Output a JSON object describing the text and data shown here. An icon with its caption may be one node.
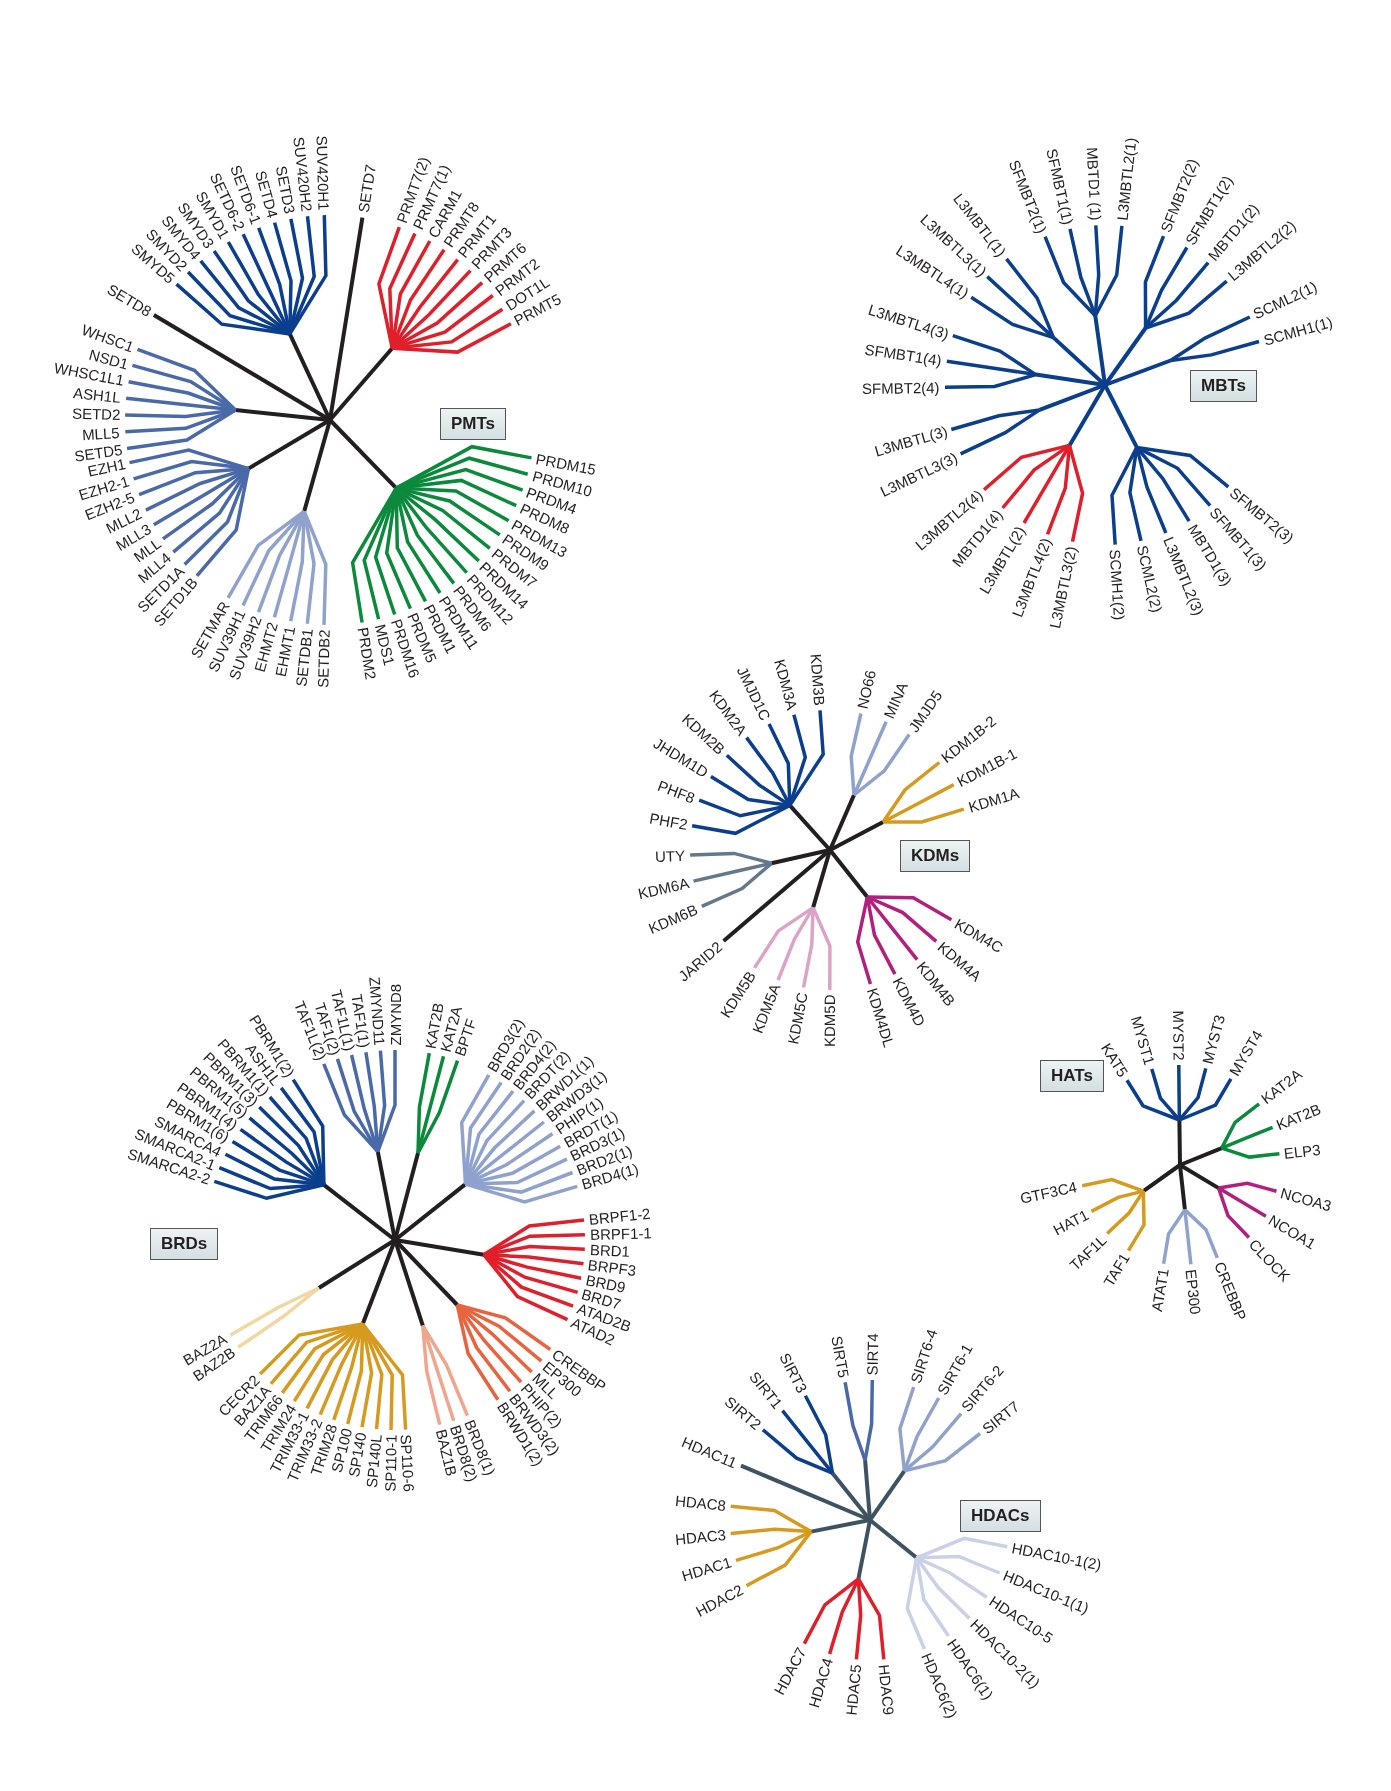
{
  "diagram": {
    "nodes": [
      {
        "text": [
          "PMTs"
        ]
      },
      {
        "text": [
          "MBTs"
        ]
      },
      {
        "text": [
          "KDMs"
        ]
      },
      {
        "text": [
          "HATs"
        ]
      },
      {
        "text": [
          "BRDs"
        ]
      },
      {
        "text": [
          "HDACs"
        ]
      }
    ],
    "labels": [
      "SETD5",
      "MLL5",
      "SETD2",
      "ASH1L",
      "WHSC1L1",
      "NSD1",
      "WHSC1",
      "SETD8",
      "SMYD5",
      "SMYD2",
      "SMYD4",
      "SMYD3",
      "SMYD1",
      "SETD6-2",
      "SETD6-1",
      "SETD4",
      "SETD3",
      "SUV420H2",
      "SUV420H1",
      "SETD7",
      "PRMT7(2)",
      "PRMT7(1)",
      "CARM1",
      "PRMT8",
      "PRMT1",
      "PRMT3",
      "PRMT6",
      "PRMT2",
      "DOT1L",
      "PRMT5",
      "EZH1",
      "EZH2-1",
      "EZH2-5",
      "MLL2",
      "MLL3",
      "MLL",
      "MLL4",
      "SETD1A",
      "SETD1B",
      "SETMAR",
      "SUV39H1",
      "SUV39H2",
      "EHMT2",
      "EHMT1",
      "SETDB1",
      "SETDB2",
      "PRDM2",
      "MDS1",
      "PRDM16",
      "PRDM5",
      "PRDM1",
      "PRDM11",
      "PRDM6",
      "PRDM12",
      "PRDM14",
      "PRDM7",
      "PRDM9",
      "PRDM13",
      "PRDM8",
      "PRDM4",
      "PRDM10",
      "PRDM15",
      "SFMBT2(4)",
      "SFMBT1(4)",
      "L3MBTL4(3)",
      "L3MBTL4(1)",
      "L3MBTL3(1)",
      "L3MBTL(1)",
      "SFMBT2(1)",
      "SFMBT1(1)",
      "MBTD1 (1)",
      "L3MBTL2(1)",
      "SFMBT2(2)",
      "SFMBT1(2)",
      "MBTD1(2)",
      "L3MBTL2(2)",
      "SCML2(1)",
      "SCMH1(1)",
      "L3MBTL(3)",
      "L3MBTL3(3)",
      "L3MBTL2(4)",
      "MBTD1(4)",
      "L3MBTL(2)",
      "L3MBTL4(2)",
      "L3MBTL3(2)",
      "SCMH1(2)",
      "SCML2(2)",
      "L3MBTL2(3)",
      "MBTD1(3)",
      "SFMBT1(3)",
      "SFMBT2(3)",
      "PHF2",
      "PHF8",
      "JHDM1D",
      "KDM2B",
      "KDM2A",
      "JMJD1C",
      "KDM3A",
      "KDM3B",
      "NO66",
      "MINA",
      "JMJD5",
      "KDM1B-2",
      "KDM1B-1",
      "KDM1A",
      "UTY",
      "KDM6A",
      "KDM6B",
      "JARID2",
      "KDM5B",
      "KDM5A",
      "KDM5C",
      "KDM5D",
      "KDM4DL",
      "KDM4D",
      "KDM4B",
      "KDM4A",
      "KDM4C",
      "KAT5",
      "MYST1",
      "MYST2",
      "MYST3",
      "MYST4",
      "KAT2A",
      "KAT2B",
      "ELP3",
      "GTF3C4",
      "HAT1",
      "TAF1L",
      "TAF1",
      "ATAT1",
      "EP300",
      "CREBBP",
      "CLOCK",
      "NCOA1",
      "NCOA3",
      "SMARCA2-2",
      "SMARCA2-1",
      "SMARCA4",
      "PBRM1(6)",
      "PBRM1(4)",
      "PBRM1(5)",
      "PBRM1(3)",
      "PBRM1(1)",
      "ASH1L",
      "PBRM1(2)",
      "TAF1L(2)",
      "TAF1(2)",
      "TAF1L(1)",
      "TAF1(1)",
      "ZMYND11",
      "ZMYND8",
      "KAT2B",
      "KAT2A",
      "BPTF",
      "BRD3(2)",
      "BRD2(2)",
      "BRD4(2)",
      "BRDT(2)",
      "BRWD1(1)",
      "BRWD3(1)",
      "PHIP(1)",
      "BRDT(1)",
      "BRD3(1)",
      "BRD2(1)",
      "BRD4(1)",
      "BAZ2A",
      "BAZ2B",
      "CECR2",
      "BAZ1A",
      "TRIM66",
      "TRIM24",
      "TRIM33-1",
      "TRIM33-2",
      "TRIM28",
      "SP100",
      "SP140",
      "SP140L",
      "SP110-1",
      "SP110-6",
      "BAZ1B",
      "BRD8(2)",
      "BRD8(1)",
      "BRWD1(2)",
      "BRWD3(2)",
      "PHIP(2)",
      "MLL",
      "EP300",
      "CREBBP",
      "ATAD2",
      "ATAD2B",
      "BRD7",
      "BRD9",
      "BRPF3",
      "BRD1",
      "BRPF1-1",
      "BRPF1-2",
      "HDAC3",
      "HDAC8",
      "HDAC11",
      "SIRT2",
      "SIRT1",
      "SIRT3",
      "SIRT5",
      "SIRT4",
      "SIRT6-4",
      "SIRT6-1",
      "SIRT6-2",
      "SIRT7",
      "HDAC1",
      "HDAC2",
      "HDAC7",
      "HDAC4",
      "HDAC5",
      "HDAC9",
      "HDAC6(2)",
      "HDAC6(1)",
      "HDAC10-2(1)",
      "HDAC10-5",
      "HDAC10-1(1)",
      "HDAC10-1(2)"
    ]
  }
}
